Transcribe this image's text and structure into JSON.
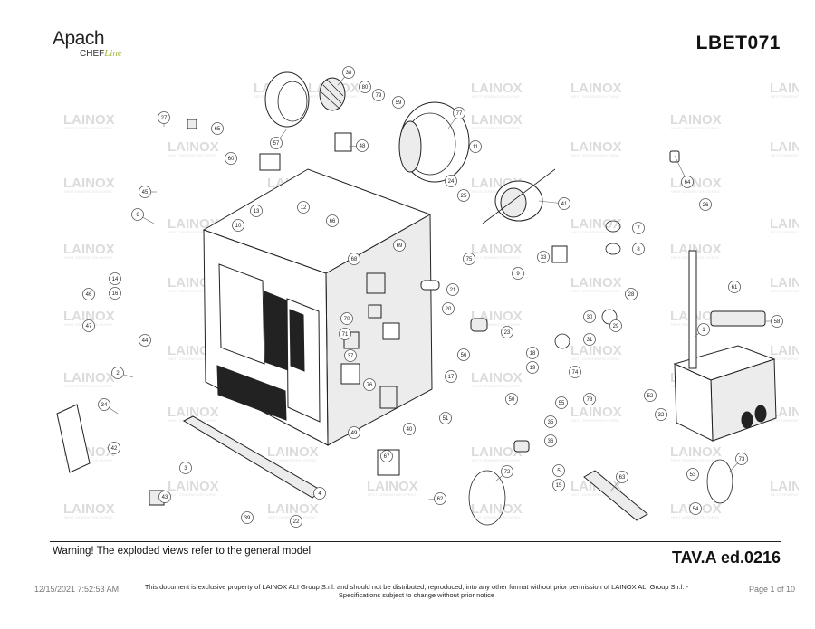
{
  "header": {
    "brand_main": "Apach",
    "brand_chef": "CHEF",
    "brand_line": "Line",
    "model_code": "LBET071"
  },
  "watermark": {
    "text": "LAINOX",
    "subtext": "NEXT GENERATION OVENS"
  },
  "drawing": {
    "callouts": [
      "1",
      "2",
      "3",
      "4",
      "5",
      "6",
      "7",
      "8",
      "9",
      "10",
      "11",
      "12",
      "13",
      "14",
      "15",
      "16",
      "17",
      "18",
      "19",
      "20",
      "21",
      "22",
      "23",
      "24",
      "25",
      "26",
      "27",
      "28",
      "29",
      "30",
      "31",
      "32",
      "33",
      "34",
      "35",
      "36",
      "37",
      "38",
      "39",
      "40",
      "41",
      "42",
      "43",
      "44",
      "45",
      "46",
      "47",
      "48",
      "49",
      "50",
      "51",
      "52",
      "53",
      "54",
      "55",
      "56",
      "57",
      "58",
      "59",
      "60",
      "61",
      "62",
      "63",
      "64",
      "65",
      "66",
      "67",
      "68",
      "69",
      "70",
      "71",
      "72",
      "73",
      "74",
      "75",
      "76",
      "77",
      "78",
      "79",
      "80"
    ]
  },
  "notes": {
    "warning": "Warning! The exploded views refer to the general model",
    "table_code": "TAV.A ed.0216"
  },
  "footer": {
    "timestamp": "12/15/2021 7:52:53 AM",
    "legal_line1": "This document is exclusive property of LAINOX ALI Group S.r.l. and should not be distributed, reproduced, into any other format without prior permission of LAINOX ALI Group S.r.l. -",
    "legal_line2": "Specifications subject to change without prior notice",
    "page": "Page 1 of 10"
  }
}
